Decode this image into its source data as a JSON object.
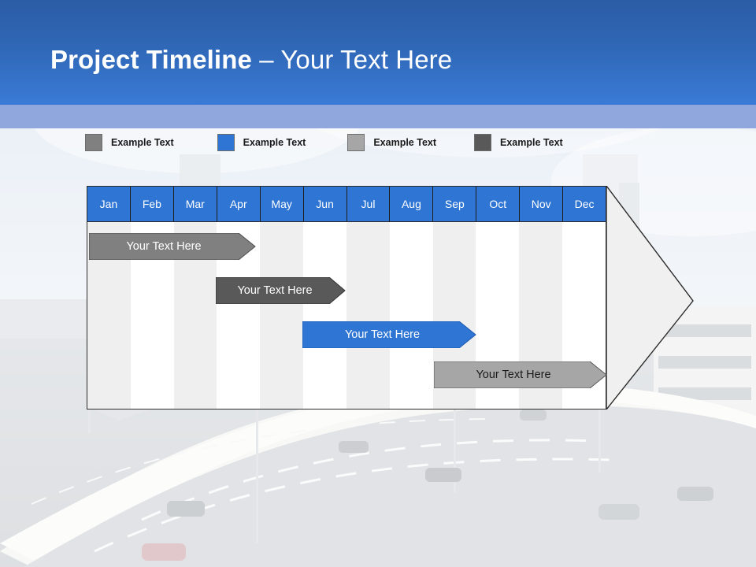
{
  "slide": {
    "title_bold": "Project Timeline",
    "title_sep": " – ",
    "title_light": "Your Text Here",
    "header_color": "#2f66b4",
    "header_sub_color": "#8fa7dd",
    "background_description": "freeway-interchange-photo"
  },
  "legend": {
    "items": [
      {
        "label": "Example Text",
        "color": "#808080",
        "icon": "legend-swatch-icon"
      },
      {
        "label": "Example Text",
        "color": "#2e75d4",
        "icon": "legend-swatch-icon"
      },
      {
        "label": "Example Text",
        "color": "#a6a6a6",
        "icon": "legend-swatch-icon"
      },
      {
        "label": "Example Text",
        "color": "#595959",
        "icon": "legend-swatch-icon"
      }
    ]
  },
  "chart_data": {
    "type": "bar",
    "title": "Project Timeline – Your Text Here",
    "xlabel": "",
    "ylabel": "",
    "categories": [
      "Jan",
      "Feb",
      "Mar",
      "Apr",
      "May",
      "Jun",
      "Jul",
      "Aug",
      "Sep",
      "Oct",
      "Nov",
      "Dec"
    ],
    "column_fills": [
      "#efefef",
      "#ffffff",
      "#efefef",
      "#ffffff",
      "#efefef",
      "#ffffff",
      "#efefef",
      "#ffffff",
      "#efefef",
      "#ffffff",
      "#efefef",
      "#ffffff"
    ],
    "header_fill": "#2e75d4",
    "header_text_color": "#ffffff",
    "grid": true,
    "legend_position": "top-left",
    "series": [
      {
        "name": "Your  Text Here",
        "label": "Your  Text Here",
        "color": "#808080",
        "text_color": "#ffffff",
        "start_month": "Jan",
        "end_month": "Apr",
        "start_index": 0,
        "end_index": 3.9,
        "row": 0
      },
      {
        "name": "Your  Text Here",
        "label": "Your  Text Here",
        "color": "#595959",
        "text_color": "#ffffff",
        "start_month": "Apr",
        "end_month": "Jun",
        "start_index": 3.0,
        "end_index": 6.0,
        "row": 1
      },
      {
        "name": "Your  Text Here",
        "label": "Your  Text Here",
        "color": "#2e75d4",
        "text_color": "#ffffff",
        "start_month": "Jun",
        "end_month": "Sep",
        "start_index": 5.0,
        "end_index": 9.0,
        "row": 2
      },
      {
        "name": "Your  Text Here",
        "label": "Your  Text Here",
        "color": "#a6a6a6",
        "text_color": "#1a1a1a",
        "start_month": "Sep",
        "end_month": "Dec",
        "start_index": 8.0,
        "end_index": 12.0,
        "row": 3
      }
    ]
  }
}
